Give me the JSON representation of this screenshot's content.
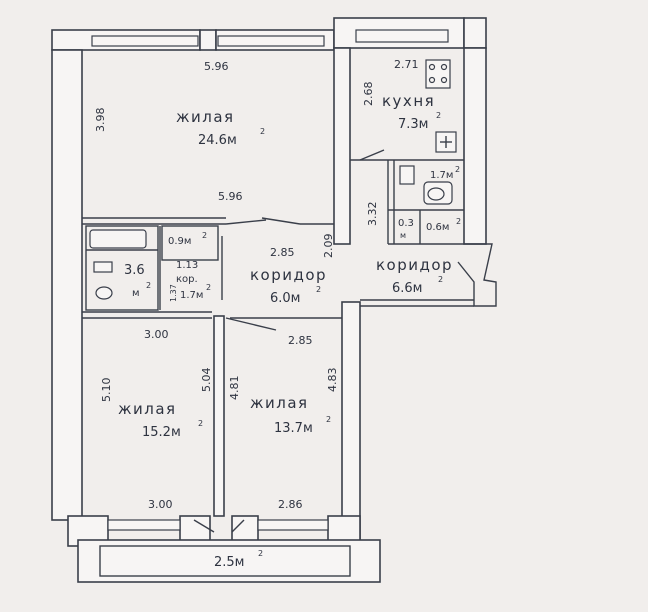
{
  "rooms": {
    "living1": {
      "name": "жилая",
      "area": "24.6м"
    },
    "kitchen": {
      "name": "кухня",
      "area": "7.3м"
    },
    "living2": {
      "name": "жилая",
      "area": "15.2м"
    },
    "living3": {
      "name": "жилая",
      "area": "13.7м"
    },
    "corridor1": {
      "name": "коридор",
      "area": "6.0м"
    },
    "corridor2": {
      "name": "коридор",
      "area": "6.6м"
    },
    "corridor_small": {
      "name": "кор.",
      "area": "1.7м"
    },
    "bath": {
      "area": "3.6",
      "unit": "м"
    },
    "small_a": {
      "area": "0.9м"
    },
    "small_b": {
      "area": "1.7м"
    },
    "small_c": {
      "area": "0.3",
      "unit": "м"
    },
    "small_d": {
      "area": "0.6м"
    },
    "balcony": {
      "area": "2.5м"
    },
    "superscript": "2"
  },
  "dimensions": {
    "d_596_top": "5.96",
    "d_398": "3.98",
    "d_596_mid": "5.96",
    "d_271": "2.71",
    "d_268": "2.68",
    "d_332": "3.32",
    "d_285_top": "2.85",
    "d_209": "2.09",
    "d_113": "1.13",
    "d_137": "1.37",
    "d_300_top": "3.00",
    "d_285_bot": "2.85",
    "d_510": "5.10",
    "d_504": "5.04",
    "d_481": "4.81",
    "d_483": "4.83",
    "d_300_bot": "3.00",
    "d_286": "2.86"
  }
}
